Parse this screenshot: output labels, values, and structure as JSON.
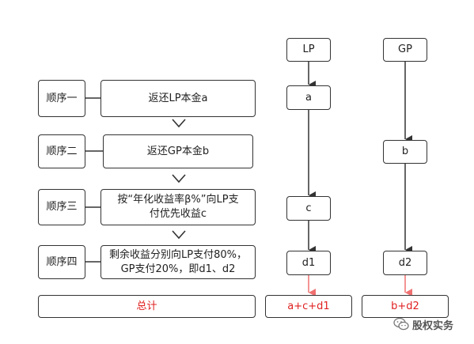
{
  "steps": [
    {
      "order": "顺序一",
      "text": "返还LP本金a"
    },
    {
      "order": "顺序二",
      "text": "返还GP本金b"
    },
    {
      "order": "顺序三",
      "text": "按“年化收益率β%”向LP支\n付优先收益c"
    },
    {
      "order": "顺序四",
      "text": "剩余收益分别向LP支付80%，\nGP支付20%，即d1、d2"
    }
  ],
  "total": {
    "label": "总计"
  },
  "lp_column": {
    "head": "LP",
    "items": [
      "a",
      "c",
      "d1"
    ],
    "sum": "a+c+d1"
  },
  "gp_column": {
    "head": "GP",
    "items": [
      "b",
      "d2"
    ],
    "sum": "b+d2"
  },
  "watermark": {
    "text": "股权实务",
    "icon": "wechat-icon"
  },
  "colors": {
    "stroke": "#333333",
    "accent": "#e02020",
    "arrow_red": "#f07070"
  }
}
